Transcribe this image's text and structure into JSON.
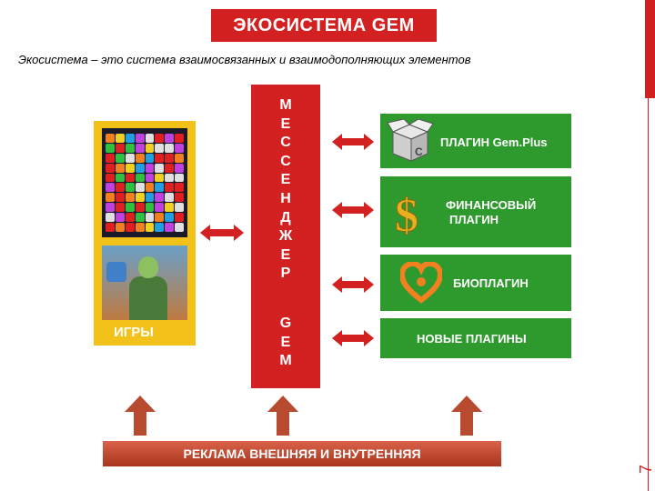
{
  "slide": {
    "title": "ЭКОСИСТЕМА GEM",
    "subtitle": "Экосистема – это система взаимосвязанных и взаимодополняющих элементов",
    "page_number": "7"
  },
  "games": {
    "label": "ИГРЫ"
  },
  "messenger": {
    "letters_top": [
      "М",
      "Е",
      "С",
      "С",
      "Е",
      "Н",
      "Д",
      "Ж",
      "Е",
      "Р"
    ],
    "letters_bottom": [
      "G",
      "E",
      "M"
    ]
  },
  "plugins": [
    {
      "label": "ПЛАГИН Gem.Plus",
      "icon": "box-icon"
    },
    {
      "label_line1": "ФИНАНСОВЫЙ",
      "label_line2": "ПЛАГИН",
      "icon": "dollar-icon"
    },
    {
      "label": "БИОПЛАГИН",
      "icon": "heart-icon"
    },
    {
      "label": "НОВЫЕ ПЛАГИНЫ"
    }
  ],
  "advertising": {
    "label": "РЕКЛАМА ВНЕШНЯЯ И ВНУТРЕННЯЯ"
  },
  "colors": {
    "red": "#d32020",
    "green": "#2e9a2e",
    "yellow": "#f2c21a"
  }
}
